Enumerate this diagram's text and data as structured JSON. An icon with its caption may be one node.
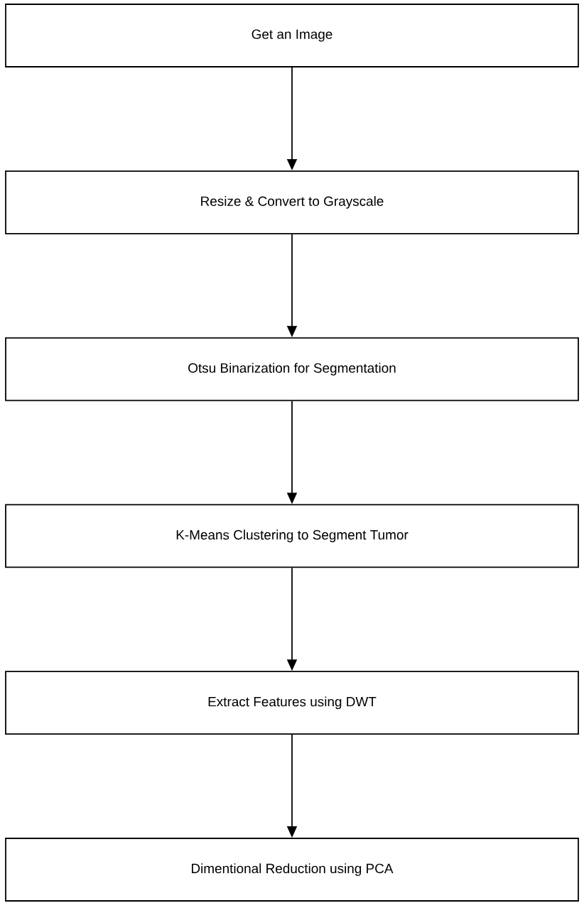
{
  "diagram": {
    "nodes": [
      {
        "text": [
          "Get an Image"
        ]
      },
      {
        "text": [
          "Resize & Convert to Grayscale"
        ]
      },
      {
        "text": [
          "Otsu Binarization for Segmentation"
        ]
      },
      {
        "text": [
          "K-Means Clustering to Segment Tumor"
        ]
      },
      {
        "text": [
          "Extract Features using DWT"
        ]
      },
      {
        "text": [
          "Dimentional Reduction using PCA"
        ]
      }
    ],
    "edges": [
      {
        "from": 0,
        "to": 1,
        "arrow": "to"
      },
      {
        "from": 1,
        "to": 2,
        "arrow": "to"
      },
      {
        "from": 2,
        "to": 3,
        "arrow": "to"
      },
      {
        "from": 3,
        "to": 4,
        "arrow": "to"
      },
      {
        "from": 4,
        "to": 5,
        "arrow": "to"
      }
    ]
  }
}
